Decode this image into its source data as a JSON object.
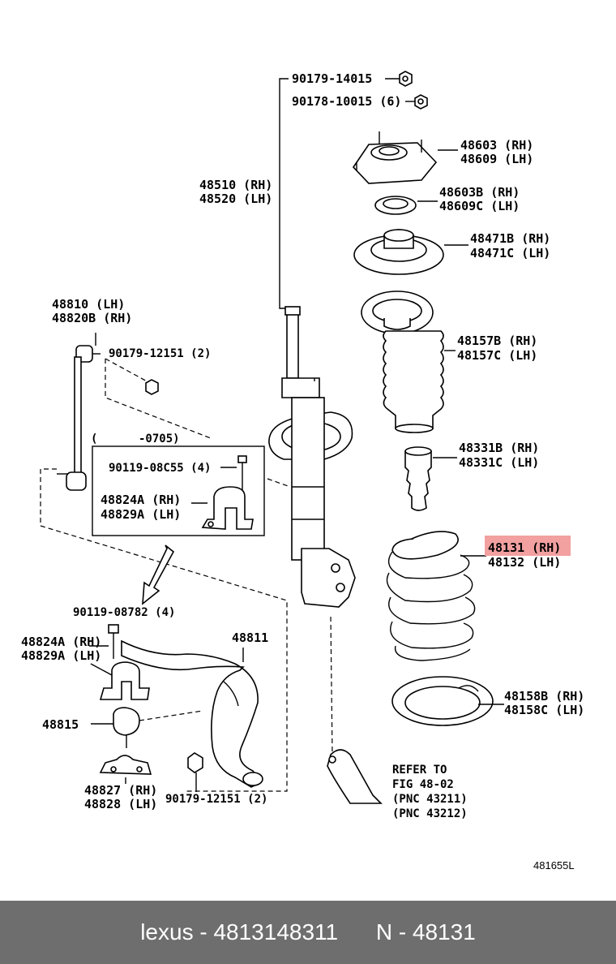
{
  "labels": {
    "p90179_14015": "90179-14015",
    "p90178_10015": "90178-10015 (6)",
    "p48603": "48603 (RH)",
    "p48609": "48609 (LH)",
    "p48510": "48510 (RH)",
    "p48520": "48520 (LH)",
    "p48603B": "48603B (RH)",
    "p48609C": "48609C (LH)",
    "p48471B": "48471B (RH)",
    "p48471C": "48471C (LH)",
    "p48810": "48810 (LH)",
    "p48820B": "48820B (RH)",
    "p90179_12151_top": "90179-12151 (2)",
    "p48157B": "48157B (RH)",
    "p48157C": "48157C (LH)",
    "date_range": "(      -0705)",
    "p90119_08C55": "90119-08C55 (4)",
    "p48824A_box": "48824A (RH)",
    "p48829A_box": "48829A (LH)",
    "p48331B": "48331B (RH)",
    "p48331C": "48331C (LH)",
    "p48131": "48131 (RH)",
    "p48132": "48132 (LH)",
    "p90119_08782": "90119-08782 (4)",
    "p48811": "48811",
    "p48824A": "48824A (RH)",
    "p48829A": "48829A (LH)",
    "p48158B": "48158B (RH)",
    "p48158C": "48158C (LH)",
    "p48815": "48815",
    "refer1": "REFER TO",
    "refer2": "FIG 48-02",
    "refer3": "(PNC 43211)",
    "refer4": "(PNC 43212)",
    "p48827": "48827 (RH)",
    "p48828": "48828 (LH)",
    "p90179_12151_bot": "90179-12151 (2)",
    "diagram_code": "481655L"
  },
  "highlight_color": "#f2a0a0",
  "footer": {
    "brand": "lexus",
    "part_number": "4813148311",
    "ref": "N - 48131",
    "bg_color": "#6e6e6e"
  }
}
